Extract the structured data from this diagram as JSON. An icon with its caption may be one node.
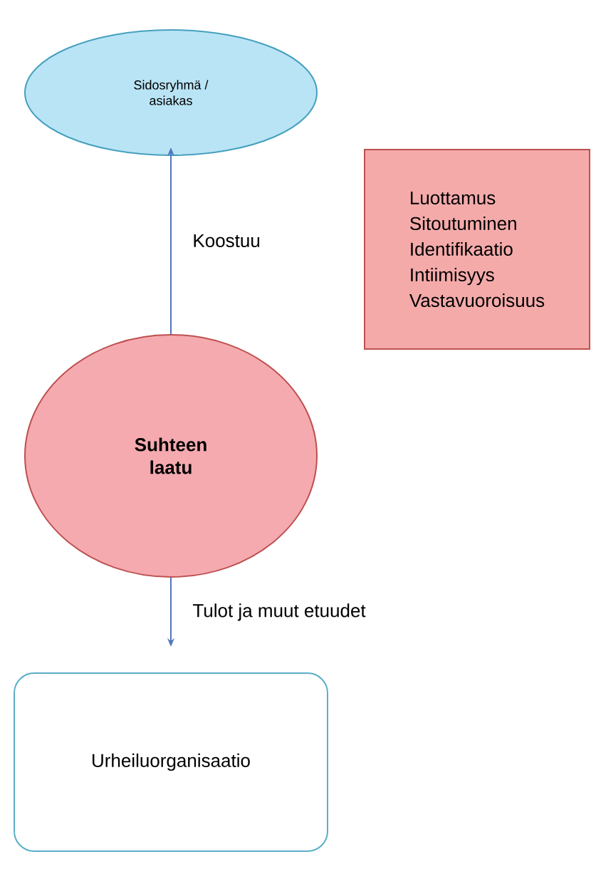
{
  "diagram": {
    "nodes": [
      {
        "text": [
          "Sidosryhmä / asiakas"
        ]
      },
      {
        "text": [
          "Luottamus",
          "Sitoutuminen",
          "Identifikaatio",
          "Intiimisyys",
          "Vastavuoroisuus"
        ]
      },
      {
        "text": [
          "Suhteen laatu"
        ]
      },
      {
        "text": [
          "Urheiluorganisaatio"
        ]
      }
    ],
    "edges": [
      {
        "from": 2,
        "to": 0,
        "arrow": "to",
        "label": "Koostuu"
      },
      {
        "from": 2,
        "to": 3,
        "arrow": "to",
        "label": "Tulot ja muut etuudet"
      }
    ]
  }
}
